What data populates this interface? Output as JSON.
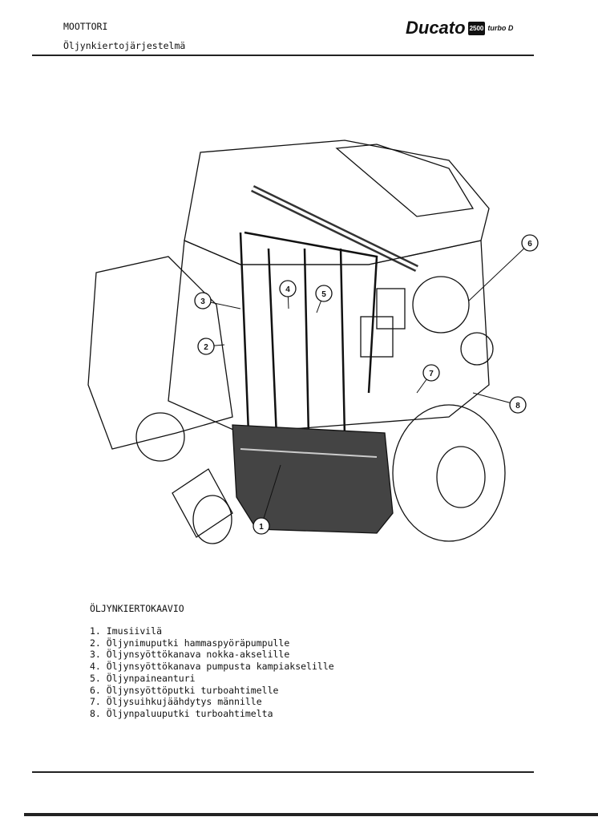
{
  "header": {
    "section": "MOOTTORI",
    "subtitle": "Öljynkiertojärjestelmä",
    "logo": {
      "brand": "Ducato",
      "badge": "2500",
      "variant": "turbo D"
    }
  },
  "diagram": {
    "callouts": [
      "1",
      "2",
      "3",
      "4",
      "5",
      "6",
      "7",
      "8"
    ]
  },
  "legend": {
    "title": "ÖLJYNKIERTOKAAVIO",
    "items": [
      {
        "num": "1.",
        "text": "Imusiivilä"
      },
      {
        "num": "2.",
        "text": "Öljynimuputki hammaspyöräpumpulle"
      },
      {
        "num": "3.",
        "text": "Öljynsyöttökanava nokka-akselille"
      },
      {
        "num": "4.",
        "text": "Öljynsyöttökanava pumpusta kampiakselille"
      },
      {
        "num": "5.",
        "text": "Öljynpaineanturi"
      },
      {
        "num": "6.",
        "text": "Öljynsyöttöputki turboahtimelle"
      },
      {
        "num": "7.",
        "text": "Öljysuihkujäähdytys männille"
      },
      {
        "num": "8.",
        "text": "Öljynpaluuputki turboahtimelta"
      }
    ]
  }
}
